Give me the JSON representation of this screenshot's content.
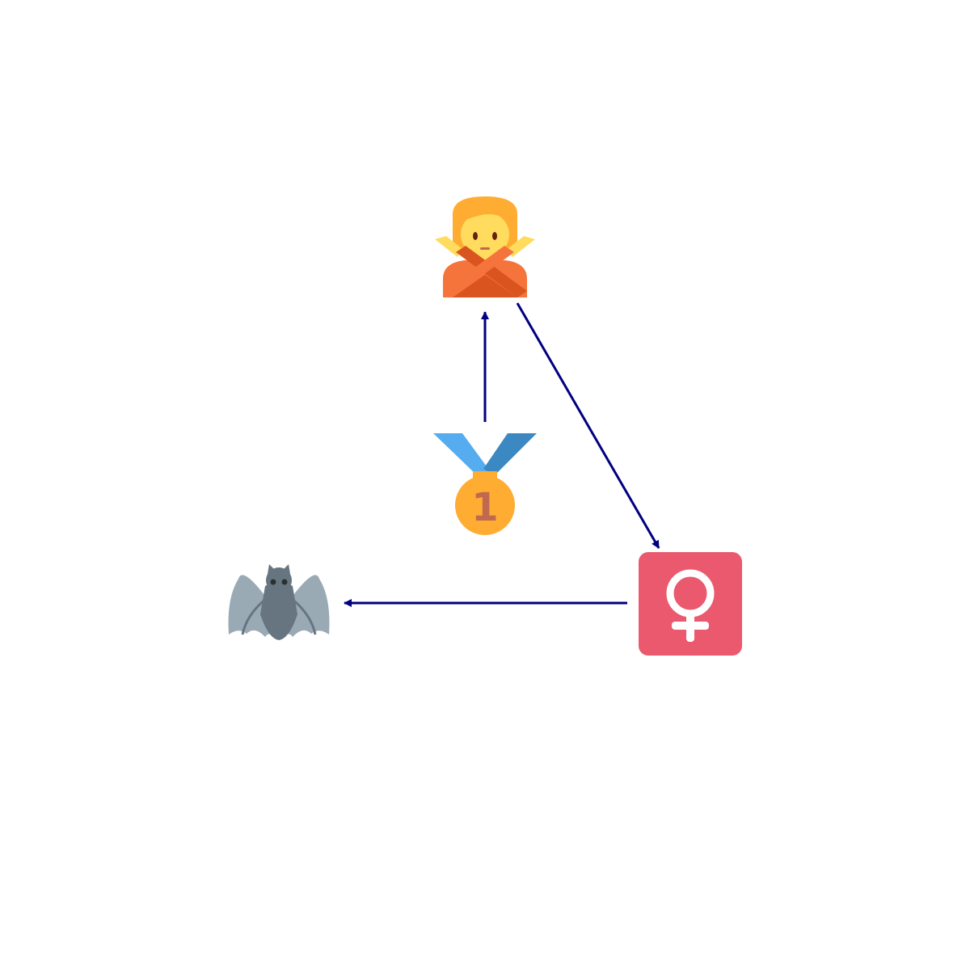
{
  "diagram": {
    "nodes": [
      {
        "id": "person-gesturing-no",
        "icon": "person-gesturing-no-icon"
      },
      {
        "id": "first-place-medal",
        "icon": "first-place-medal-icon",
        "text": "1"
      },
      {
        "id": "female-sign",
        "icon": "female-sign-icon"
      },
      {
        "id": "bat",
        "icon": "bat-icon"
      }
    ],
    "edges": [
      {
        "from": "first-place-medal",
        "to": "person-gesturing-no"
      },
      {
        "from": "person-gesturing-no",
        "to": "female-sign"
      },
      {
        "from": "female-sign",
        "to": "bat"
      }
    ],
    "colors": {
      "arrow": "#000080",
      "medal_ribbon_light": "#55ACEE",
      "medal_ribbon_dark": "#3B88C3",
      "medal_gold": "#FFAC33",
      "medal_number": "#C1694F",
      "female_sign_bg": "#EA596E",
      "bat_body": "#66757F",
      "bat_wing": "#99AAB5",
      "person_hair": "#FFAC33",
      "person_skin": "#FFDC5D",
      "person_shirt": "#F4743B",
      "person_shirt_dark": "#D9541F"
    }
  }
}
